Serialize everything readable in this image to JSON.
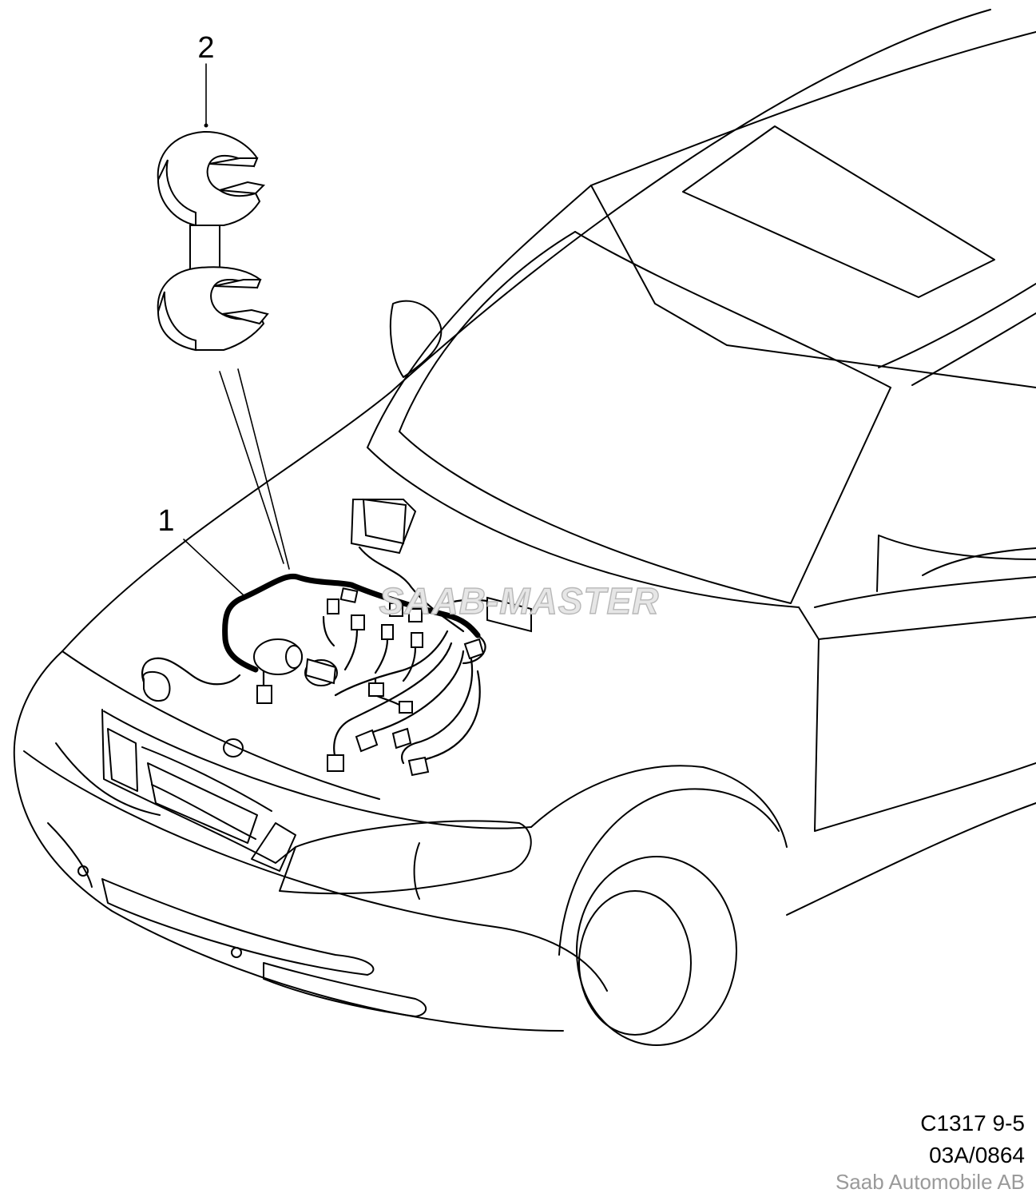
{
  "callouts": [
    {
      "id": "1",
      "label": "1"
    },
    {
      "id": "2",
      "label": "2"
    }
  ],
  "watermark": "SAAB-MASTER",
  "figure_code": "C1317 9-5",
  "drawing_number": "03A/0864",
  "publisher": "Saab Automobile AB",
  "icons": {
    "car": "car-outline-icon",
    "wiring_harness": "wiring-harness-icon",
    "clip": "double-clip-icon"
  }
}
